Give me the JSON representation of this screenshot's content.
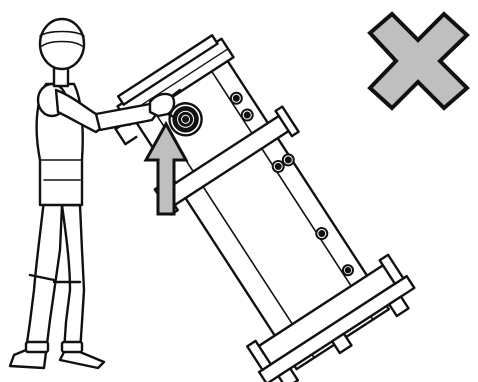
{
  "illustration": {
    "figure": "person-mannequin",
    "object": "water-heater-tank-on-pallet",
    "action": "lifting-by-top-handle",
    "direction_indicator": "arrow-up-icon",
    "verdict": "prohibited",
    "verdict_icon": "cross-x-icon"
  },
  "colors": {
    "line": "#111111",
    "fill": "#ffffff",
    "indicator_fill": "#bfbfbf"
  }
}
